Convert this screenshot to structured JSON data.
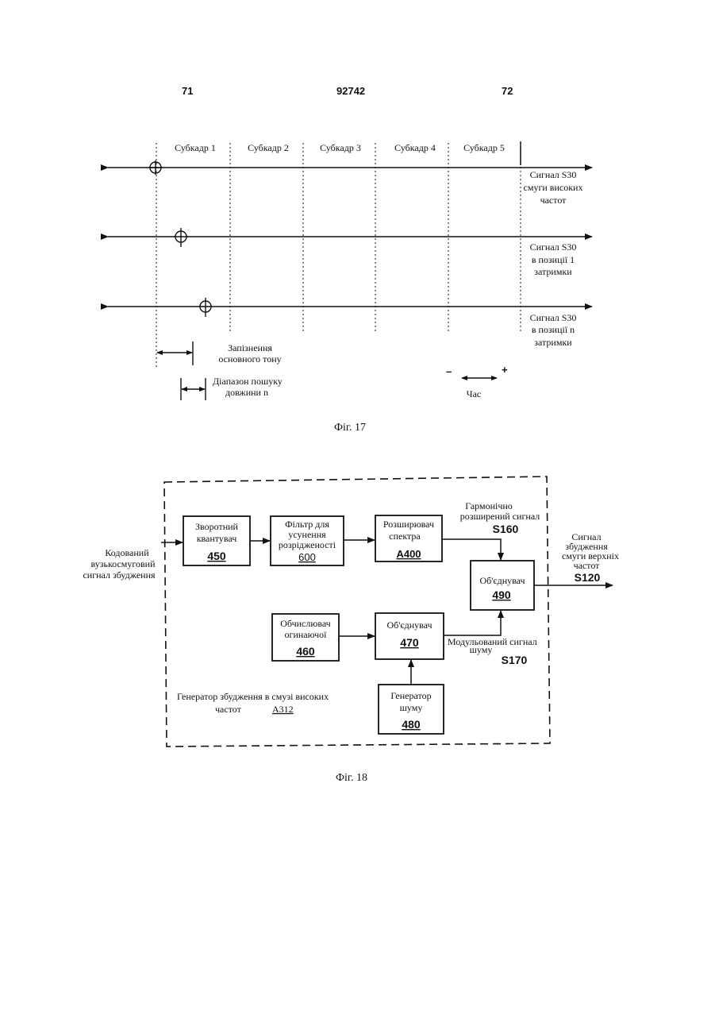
{
  "header": {
    "left": "71",
    "center": "92742",
    "right": "72"
  },
  "fig17": {
    "subframes": [
      "Субкадр 1",
      "Субкадр 2",
      "Субкадр 3",
      "Субкадр 4",
      "Субкадр 5"
    ],
    "signals": [
      [
        "Сигнал S30",
        "смуги високих",
        "частот"
      ],
      [
        "Сигнал S30",
        "в позиції 1",
        "затримки"
      ],
      [
        "Сигнал S30",
        "в позиції n",
        "затримки"
      ]
    ],
    "pitch_lag": [
      "Запізнення",
      "основного тону"
    ],
    "search_range": [
      "Діапазон пошуку",
      "довжини n"
    ],
    "time_minus": "–",
    "time_plus": "+",
    "time_label": "Час",
    "caption": "Фіг. 17"
  },
  "fig18": {
    "input_label": [
      "Кодований",
      "вузькосмуговий",
      "сигнал збудження"
    ],
    "blocks": {
      "dequantizer": {
        "label": [
          "Зворотний",
          "квантувач"
        ],
        "id": "450"
      },
      "sparsity_filter": {
        "label": [
          "Фільтр для",
          "усунення",
          "розрідженості"
        ],
        "id": "600"
      },
      "spectrum_extender": {
        "label": [
          "Розширювач",
          "спектра"
        ],
        "id": "A400"
      },
      "combiner_490": {
        "label": [
          "Об'єднувач"
        ],
        "id": "490"
      },
      "envelope_calc": {
        "label": [
          "Обчислювач",
          "огинаючої"
        ],
        "id": "460"
      },
      "combiner_470": {
        "label": [
          "Об'єднувач"
        ],
        "id": "470"
      },
      "noise_gen": {
        "label": [
          "Генератор",
          "шуму"
        ],
        "id": "480"
      }
    },
    "harmonic_label": [
      "Гармонічно",
      "розширений сигнал"
    ],
    "harmonic_id": "S160",
    "modulated_label": [
      "Модульований сигнал",
      "шуму"
    ],
    "modulated_id": "S170",
    "output_label": [
      "Сигнал",
      "збудження",
      "смуги верхніх",
      "частот"
    ],
    "output_id": "S120",
    "generator_label": [
      "Генератор збудження в смузі високих",
      "частот"
    ],
    "generator_id": "A312",
    "caption": "Фіг. 18"
  }
}
